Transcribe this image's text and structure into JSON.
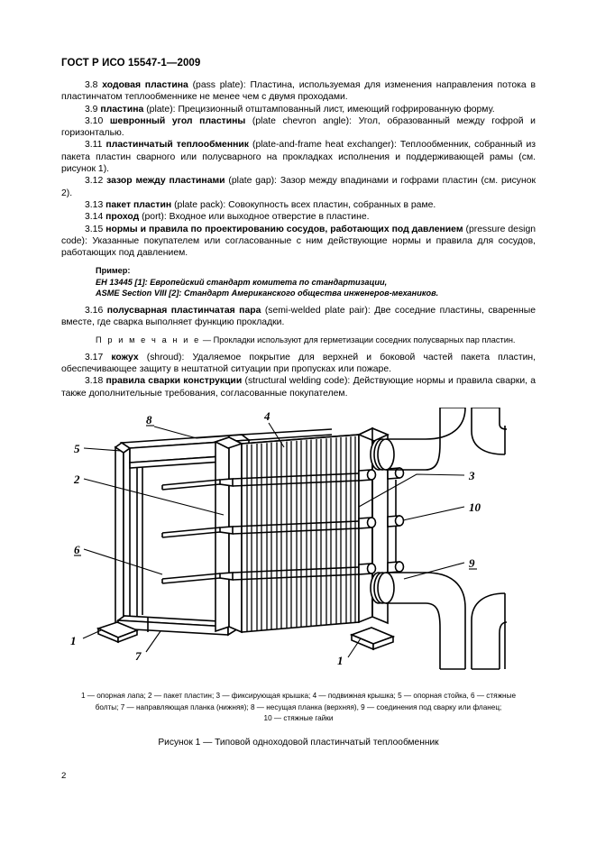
{
  "document": {
    "header": "ГОСТ Р ИСО 15547-1—2009",
    "page_number": "2"
  },
  "clauses": [
    {
      "id": "3.8",
      "term": "ходовая пластина",
      "english": "(pass plate):",
      "definition": "Пластина, используемая для изменения направления потока в пластинчатом теплообменнике не менее чем с двумя проходами."
    },
    {
      "id": "3.9",
      "term": "пластина",
      "english": "(plate):",
      "definition": "Прецизионный отштампованный лист, имеющий гофрированную форму."
    },
    {
      "id": "3.10",
      "term": "шевронный угол пластины",
      "english": "(plate chevron angle):",
      "definition": "Угол, образованный между гофрой и горизонталью."
    },
    {
      "id": "3.11",
      "term": "пластинчатый теплообменник",
      "english": "(plate-and-frame heat exchanger):",
      "definition": "Теплообменник, собранный из пакета пластин сварного или полусварного на прокладках исполнения и поддерживающей рамы (см. рисунок 1)."
    },
    {
      "id": "3.12",
      "term": "зазор между пластинами",
      "english": "(plate gap):",
      "definition": "Зазор между впадинами и гофрами пластин (см. рисунок 2)."
    },
    {
      "id": "3.13",
      "term": "пакет пластин",
      "english": "(plate pack):",
      "definition": "Совокупность всех пластин, собранных в раме."
    },
    {
      "id": "3.14",
      "term": "проход",
      "english": "(port):",
      "definition": "Входное или выходное отверстие в пластине."
    },
    {
      "id": "3.15",
      "term": "нормы и правила по проектированию сосудов, работающих под давлением",
      "english": "(pressure design code):",
      "definition": "Указанные покупателем или согласованные с ним действующие нормы и правила для сосудов, работающих под давлением."
    },
    {
      "id": "3.16",
      "term": "полусварная пластинчатая пара",
      "english": "(semi-welded plate pair):",
      "definition": "Две соседние пластины, сваренные вместе, где сварка выполняет функцию прокладки."
    },
    {
      "id": "3.17",
      "term": "кожух",
      "english": "(shroud):",
      "definition": "Удаляемое покрытие для верхней и боковой частей пакета пластин, обеспечивающее защиту в нештатной ситуации при пропусках или пожаре."
    },
    {
      "id": "3.18",
      "term": "правила сварки конструкции",
      "english": "(structural welding code):",
      "definition": "Действующие нормы и правила сварки, а также дополнительные требования, согласованные покупателем."
    }
  ],
  "example": {
    "title": "Пример:",
    "lines": [
      "ЕН 13445 [1]:  Европейский стандарт комитета по стандартизации,",
      "ASME Section VIII [2]:  Стандарт Американского общества инженеров-механиков."
    ]
  },
  "note": {
    "label": "П р и м е ч а н и е",
    "text": "— Прокладки используют для герметизации соседних полусварных пар пластин."
  },
  "figure": {
    "callouts": [
      {
        "key": "8",
        "label": "8"
      },
      {
        "key": "4",
        "label": "4"
      },
      {
        "key": "5",
        "label": "5"
      },
      {
        "key": "2",
        "label": "2"
      },
      {
        "key": "6",
        "label": "6"
      },
      {
        "key": "1a",
        "label": "1"
      },
      {
        "key": "7",
        "label": "7"
      },
      {
        "key": "1b",
        "label": "1"
      },
      {
        "key": "3",
        "label": "3"
      },
      {
        "key": "10",
        "label": "10"
      },
      {
        "key": "9",
        "label": "9"
      }
    ],
    "legend_line_1": "1 — опорная лапа; 2 — пакет пластин; 3 — фиксирующая крышка; 4 — подвижная крышка; 5 — опорная стойка, 6 — стяжные",
    "legend_line_2": "болты; 7 —  направляющая планка (нижняя); 8 —  несущая планка (верхняя), 9 —  соединения под сварку или фланец;",
    "legend_line_3": "10 — стяжные гайки",
    "caption": "Рисунок 1 —  Типовой одноходовой пластинчатый теплообменник"
  },
  "colors": {
    "ink": "#000000",
    "paper": "#ffffff"
  }
}
